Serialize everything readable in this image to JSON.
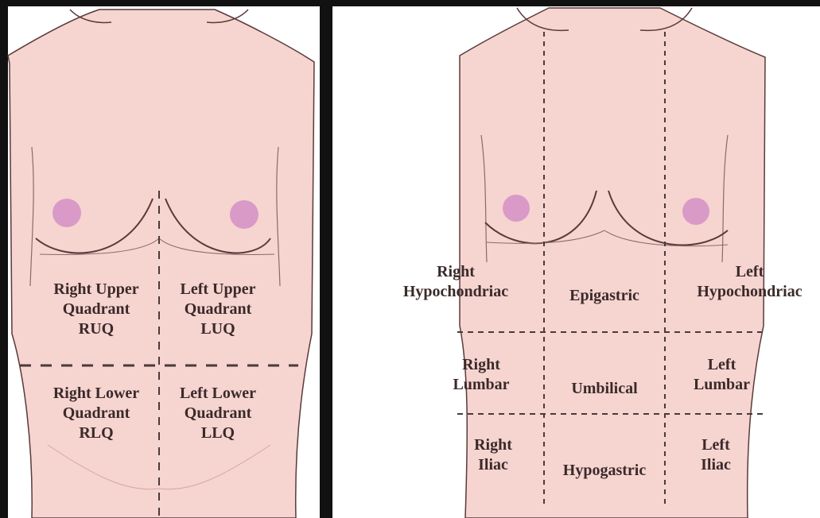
{
  "colors": {
    "skin": "#f6d4d0",
    "skin_shadow": "#eec2bd",
    "outline": "#5a3a3a",
    "nipple": "#d99ac8",
    "dashed": "#4a3a3a",
    "background": "#111111",
    "panel": "#ffffff"
  },
  "quadrants": {
    "ruq": [
      "Right Upper",
      "Quadrant",
      "RUQ"
    ],
    "luq": [
      "Left Upper",
      "Quadrant",
      "LUQ"
    ],
    "rlq": [
      "Right Lower",
      "Quadrant",
      "RLQ"
    ],
    "llq": [
      "Left Lower",
      "Quadrant",
      "LLQ"
    ]
  },
  "regions": {
    "right_hypochondriac": [
      "Right",
      "Hypochondriac"
    ],
    "epigastric": "Epigastric",
    "left_hypochondriac": [
      "Left",
      "Hypochondriac"
    ],
    "right_lumbar": [
      "Right",
      "Lumbar"
    ],
    "umbilical": "Umbilical",
    "left_lumbar": [
      "Left",
      "Lumbar"
    ],
    "right_iliac": [
      "Right",
      "Iliac"
    ],
    "hypogastric": "Hypogastric",
    "left_iliac": [
      "Left",
      "Iliac"
    ]
  }
}
